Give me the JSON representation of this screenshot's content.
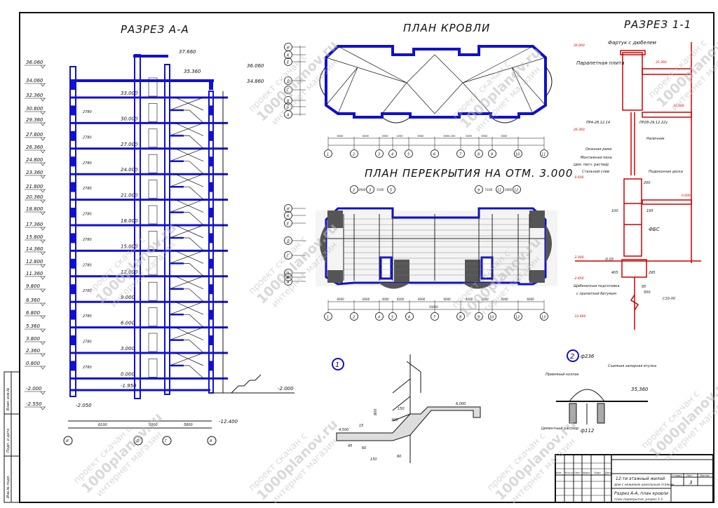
{
  "section_aa": {
    "title": "РАЗРЕЗ А-А",
    "left_marks": [
      "36.060",
      "34.060",
      "32.360",
      "30.800",
      "29.360",
      "27.800",
      "26.360",
      "24.800",
      "23.360",
      "21.800",
      "20.360",
      "18.800",
      "17.360",
      "15.800",
      "14.360",
      "12.800",
      "11.360",
      "9.800",
      "8.360",
      "6.800",
      "5.360",
      "3.800",
      "2.360",
      "0.800",
      "-2.000",
      "-2.550"
    ],
    "floor_marks": [
      "33.000",
      "30.000",
      "27.000",
      "24.000",
      "21.000",
      "18.000",
      "15.000",
      "12.000",
      "9.000",
      "6.000",
      "3.000",
      "0.000",
      "-1.950"
    ],
    "top_marks": [
      "37.660",
      "35.360"
    ],
    "right_marks": [
      "36.060",
      "34.860",
      "-2.000"
    ],
    "base_marks": [
      "-2.050",
      "-12.400"
    ],
    "axes": [
      "И",
      "Д",
      "Г",
      "А"
    ],
    "dims": [
      "6100",
      "3000",
      "5800"
    ],
    "floor_height": "2780"
  },
  "roof_plan": {
    "title": "ПЛАН КРОВЛИ",
    "left_axes": [
      "И",
      "К",
      "Е",
      "Д",
      "Г",
      "В",
      "Б",
      "А"
    ],
    "bottom_axes": [
      "1",
      "2",
      "3",
      "4",
      "5",
      "6",
      "7",
      "8",
      "9",
      "10",
      "11"
    ],
    "dims": [
      "6000",
      "6000",
      "3000",
      "4200",
      "6000",
      "6000-200",
      "3000",
      "6000",
      "6000"
    ]
  },
  "floor_plan": {
    "title": "ПЛАН ПЕРЕКРЫТИЯ НА ОТМ. 3.000",
    "top_axes_left": [
      "2",
      "3",
      "5"
    ],
    "top_axes_right": [
      "9",
      "11",
      "12"
    ],
    "top_dims": [
      "3900",
      "5100",
      "5100",
      "3900"
    ],
    "left_axes": [
      "И",
      "К",
      "Е",
      "Д",
      "Г",
      "В",
      "Б",
      "А"
    ],
    "bottom_axes": [
      "1",
      "2",
      "4",
      "5",
      "6",
      "7",
      "8",
      "9",
      "10",
      "12",
      "13"
    ],
    "dims": [
      "6000",
      "6000",
      "3000",
      "4200",
      "6000",
      "6000",
      "4200",
      "3000",
      "6000",
      "6000"
    ],
    "total": "50000"
  },
  "section_11": {
    "title": "РАЗРЕЗ 1-1",
    "labels": [
      "Фартук с дюбелем",
      "Парапетная плита",
      "ПР4-28.12.14",
      "ПР28-29.12.22у",
      "Наличник",
      "Оконная рама",
      "Монтажная пена",
      "Цем. песч. раствор",
      "Стальной слив",
      "Подоконная доска",
      "ФБС",
      "Щебеночная подготовка",
      "с пропиткой битумом",
      "С10-30"
    ],
    "dims": [
      "200",
      "100",
      "195",
      "405",
      "295",
      "95",
      "500",
      "-0.03"
    ],
    "marks": [
      "36.060",
      "35.360",
      "26.360",
      "-0.600",
      "0.000",
      "-2.000",
      "-2.450",
      "-12.400",
      "33.000"
    ]
  },
  "detail_1": {
    "number": "1",
    "labels": [
      "6,000",
      "4,500",
      "800",
      "150",
      "300",
      "45",
      "60",
      "150",
      "90",
      "15"
    ]
  },
  "detail_2": {
    "number": "2",
    "labels": [
      "ф236",
      "Съемная запорная втулка",
      "Приемный колпак",
      "35,360",
      "Цементный раствор",
      "ф112"
    ]
  },
  "title_block": {
    "header_cells": [
      "Изм.",
      "Кол.уч",
      "Лист",
      "№док",
      "Подп.",
      "Дата"
    ],
    "project": "12-ти этажный жилой",
    "project_sub": "дом с нежилым цокольным этажом",
    "sheet_title": "Разрез А-А, план кровли",
    "sheet_sub": "план перекрытия, разрез 1-1",
    "col_stage": "Стадия",
    "col_sheet": "Лист",
    "col_sheets": "Листов",
    "sheet_no": "3"
  },
  "side_stamp": [
    "Инв.№ подл.",
    "Подп. и дата",
    "Взам. инв.№"
  ],
  "watermark": [
    "проект скачан с",
    "1000planov.ru",
    "интернет магазин"
  ],
  "colors": {
    "structure": "#1010d0",
    "section_11": "#cc0000",
    "lines": "#111111"
  }
}
